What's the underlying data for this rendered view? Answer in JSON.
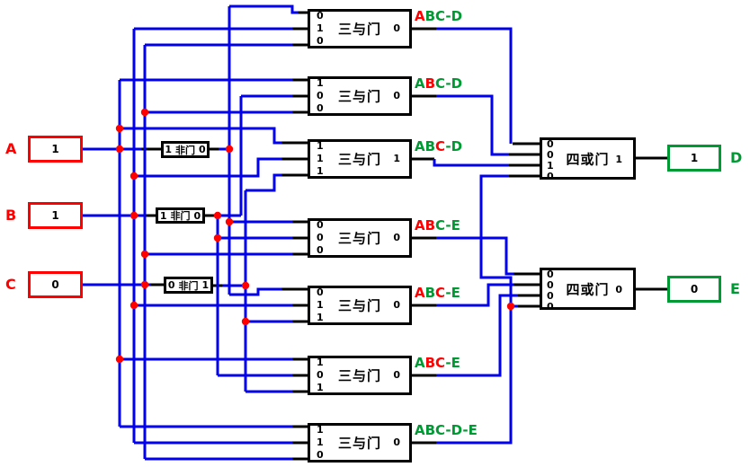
{
  "colors": {
    "wire_blue": "#0000ee",
    "line_black": "#000000",
    "accent_red": "#ff0000",
    "accent_green": "#009933",
    "junction_red": "#ff0000"
  },
  "inputs": [
    {
      "label": "A",
      "value": "1"
    },
    {
      "label": "B",
      "value": "1"
    },
    {
      "label": "C",
      "value": "0"
    }
  ],
  "not_gates": [
    {
      "input": "1",
      "name": "非门",
      "output": "0"
    },
    {
      "input": "1",
      "name": "非门",
      "output": "0"
    },
    {
      "input": "0",
      "name": "非门",
      "output": "1"
    }
  ],
  "and_gates": [
    {
      "name": "三与门",
      "inputs": [
        "0",
        "1",
        "0"
      ],
      "output": "0",
      "tag": [
        {
          "t": "A",
          "c": "red"
        },
        {
          "t": "BC-D",
          "c": "green"
        }
      ]
    },
    {
      "name": "三与门",
      "inputs": [
        "1",
        "0",
        "0"
      ],
      "output": "0",
      "tag": [
        {
          "t": "A",
          "c": "green"
        },
        {
          "t": "B",
          "c": "red"
        },
        {
          "t": "C-D",
          "c": "green"
        }
      ]
    },
    {
      "name": "三与门",
      "inputs": [
        "1",
        "1",
        "1"
      ],
      "output": "1",
      "tag": [
        {
          "t": "AB",
          "c": "green"
        },
        {
          "t": "C",
          "c": "red"
        },
        {
          "t": "-D",
          "c": "green"
        }
      ]
    },
    {
      "name": "三与门",
      "inputs": [
        "0",
        "0",
        "0"
      ],
      "output": "0",
      "tag": [
        {
          "t": "AB",
          "c": "red"
        },
        {
          "t": "C-E",
          "c": "green"
        }
      ]
    },
    {
      "name": "三与门",
      "inputs": [
        "0",
        "1",
        "1"
      ],
      "output": "0",
      "tag": [
        {
          "t": "A",
          "c": "red"
        },
        {
          "t": "B",
          "c": "green"
        },
        {
          "t": "C",
          "c": "red"
        },
        {
          "t": "-E",
          "c": "green"
        }
      ]
    },
    {
      "name": "三与门",
      "inputs": [
        "1",
        "0",
        "1"
      ],
      "output": "0",
      "tag": [
        {
          "t": "A",
          "c": "green"
        },
        {
          "t": "BC",
          "c": "red"
        },
        {
          "t": "-E",
          "c": "green"
        }
      ]
    },
    {
      "name": "三与门",
      "inputs": [
        "1",
        "1",
        "0"
      ],
      "output": "0",
      "tag": [
        {
          "t": "ABC-D-E",
          "c": "green"
        }
      ]
    }
  ],
  "or_gates": [
    {
      "name": "四或门",
      "inputs": [
        "0",
        "0",
        "1",
        "0"
      ],
      "output": "1"
    },
    {
      "name": "四或门",
      "inputs": [
        "0",
        "0",
        "0",
        "0"
      ],
      "output": "0"
    }
  ],
  "outputs": [
    {
      "label": "D",
      "value": "1"
    },
    {
      "label": "E",
      "value": "0"
    }
  ]
}
